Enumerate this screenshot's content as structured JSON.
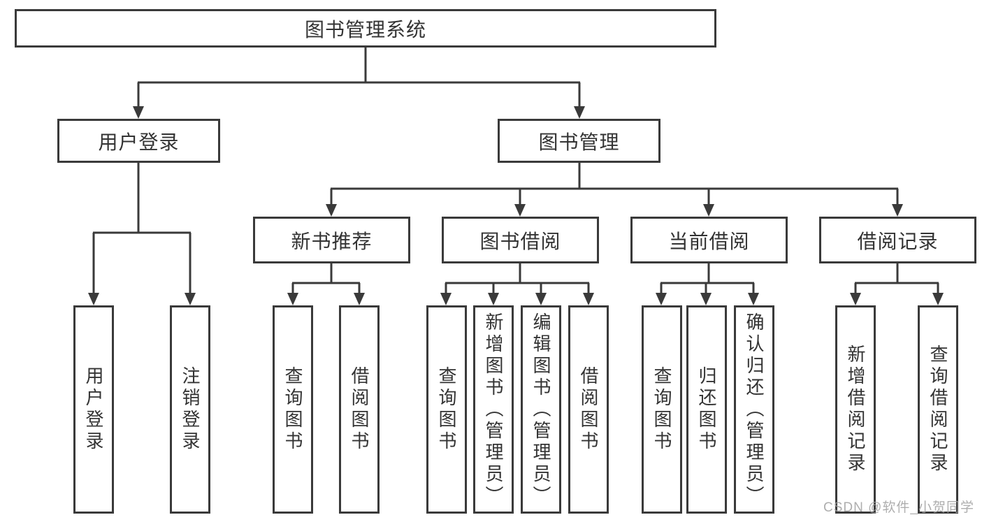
{
  "root": {
    "label": "图书管理系统"
  },
  "branches": [
    {
      "label": "用户登录",
      "children": [
        {
          "label": "用户登录"
        },
        {
          "label": "注销登录"
        }
      ]
    },
    {
      "label": "图书管理",
      "children": [
        {
          "label": "新书推荐",
          "children": [
            {
              "label": "查询图书"
            },
            {
              "label": "借阅图书"
            }
          ]
        },
        {
          "label": "图书借阅",
          "children": [
            {
              "label": "查询图书"
            },
            {
              "label": "新增图书（管理员）"
            },
            {
              "label": "编辑图书（管理员）"
            },
            {
              "label": "借阅图书"
            }
          ]
        },
        {
          "label": "当前借阅",
          "children": [
            {
              "label": "查询图书"
            },
            {
              "label": "归还图书"
            },
            {
              "label": "确认归还（管理员）"
            }
          ]
        },
        {
          "label": "借阅记录",
          "children": [
            {
              "label": "新增借阅记录"
            },
            {
              "label": "查询借阅记录"
            }
          ]
        }
      ]
    }
  ],
  "watermark": "CSDN @软件_小贺同学",
  "colors": {
    "line": "#3a3a3a",
    "text": "#333333",
    "watermark": "#a0a0a0",
    "background": "#ffffff"
  }
}
